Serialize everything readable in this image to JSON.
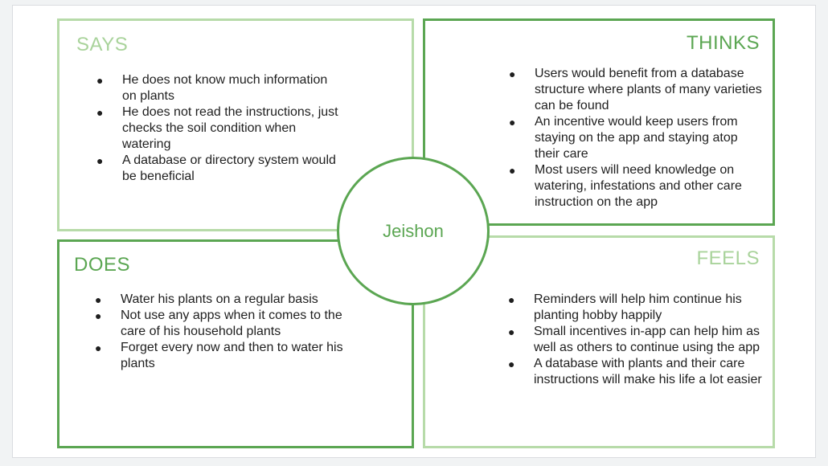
{
  "center": {
    "name": "Jeishon"
  },
  "colors": {
    "dark_green": "#5ba652",
    "light_green": "#b7dba9"
  },
  "says": {
    "title": "SAYS",
    "items": [
      "He does not know much information on plants",
      "He does not read the instructions, just checks the soil condition when watering",
      "A database or directory system would be beneficial"
    ]
  },
  "thinks": {
    "title": "THINKS",
    "items": [
      "Users would benefit from a database structure where plants of many varieties can be found",
      "An incentive would keep users from staying on the app and staying atop their care",
      "Most users will need knowledge on watering, infestations and other care instruction on the app"
    ]
  },
  "does": {
    "title": "DOES",
    "items": [
      "Water his plants on a regular basis",
      "Not use any apps when it comes to the care of his household plants",
      "Forget every now and then to water his plants"
    ]
  },
  "feels": {
    "title": "FEELS",
    "items": [
      "Reminders will help him continue his planting hobby happily",
      "Small incentives in-app can help him as well as others to continue using the app",
      "A database with plants and their care instructions will make his life a lot easier"
    ]
  }
}
